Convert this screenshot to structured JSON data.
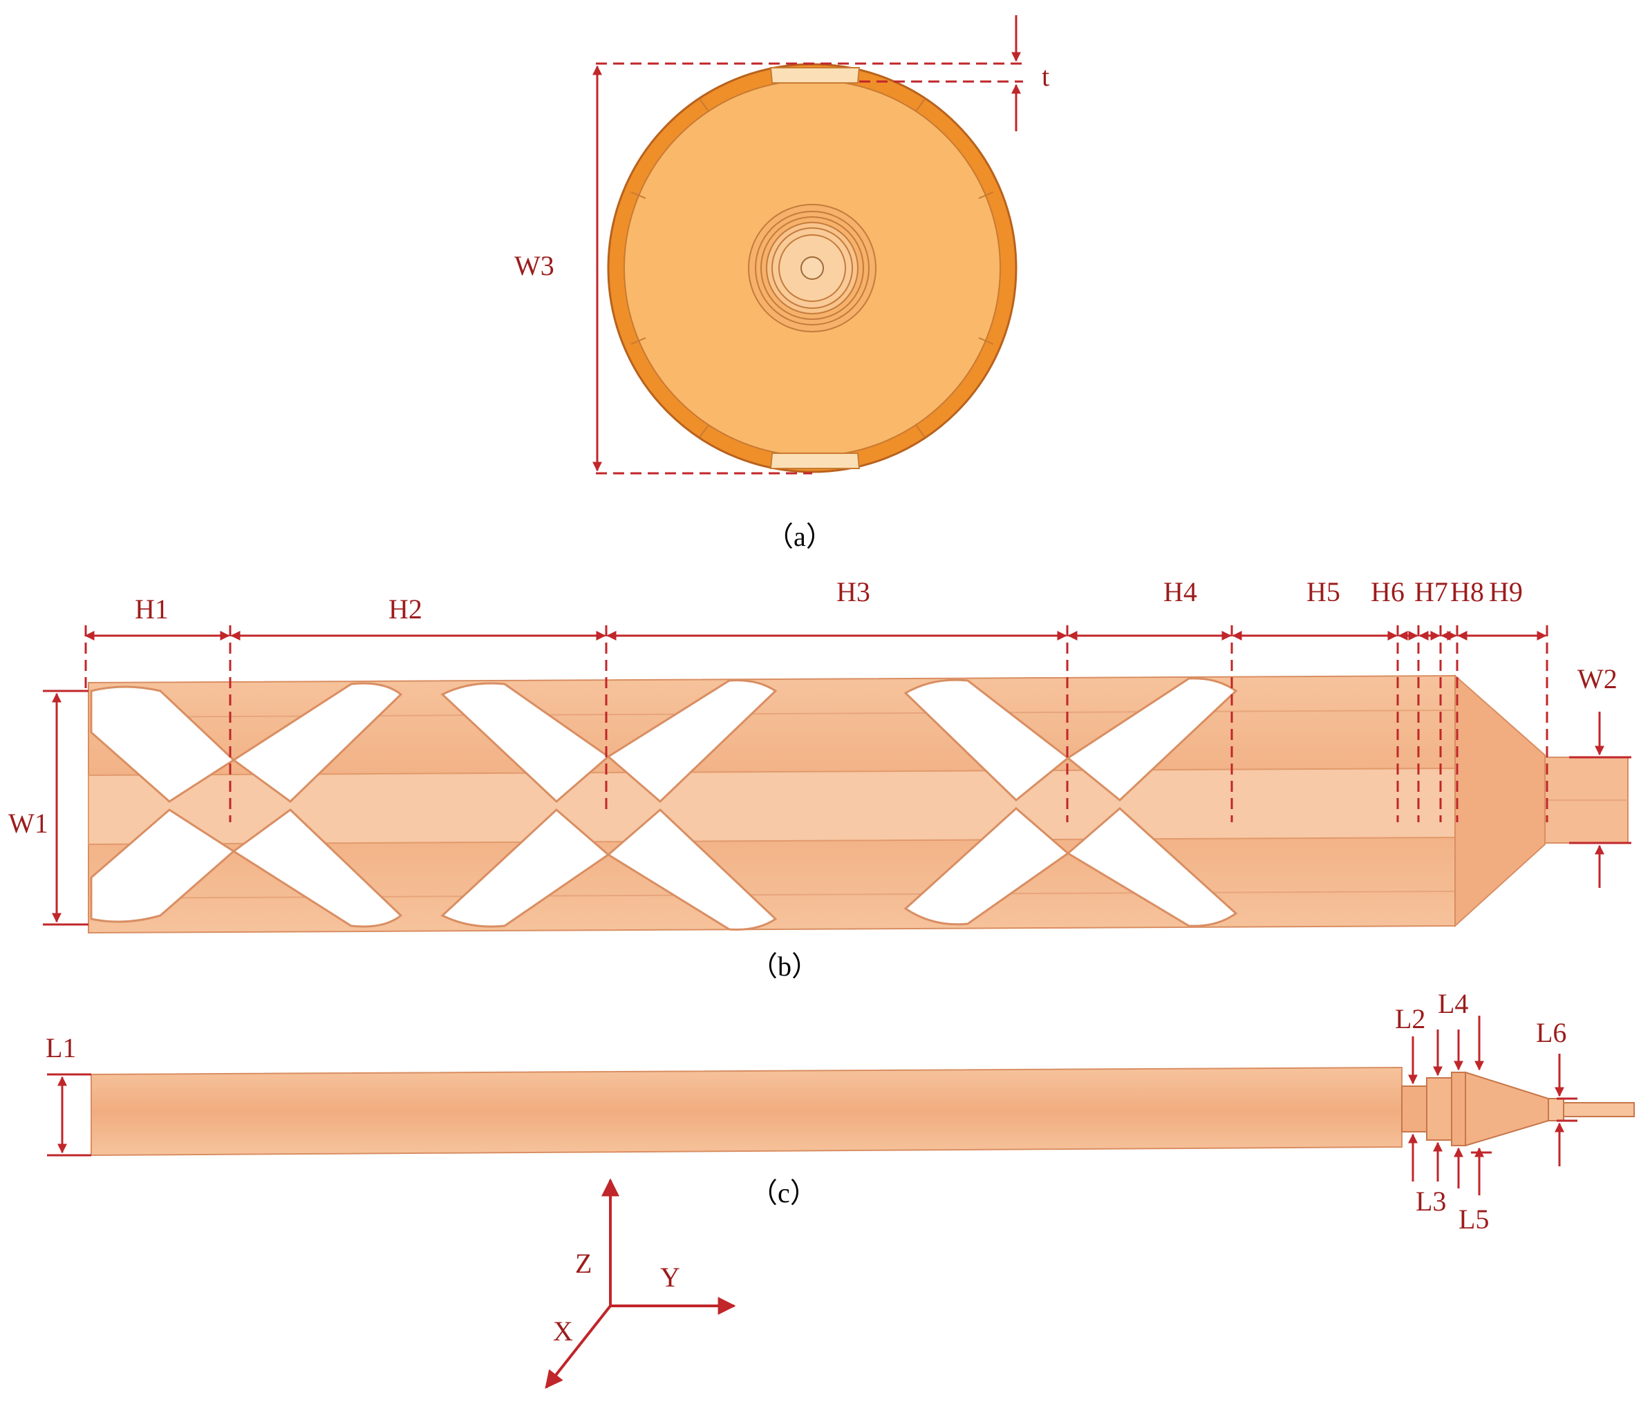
{
  "panels": {
    "a": {
      "caption": "（a）",
      "labels": {
        "w3": "W3",
        "t": "t"
      }
    },
    "b": {
      "caption": "（b）",
      "labels": {
        "h1": "H1",
        "h2": "H2",
        "h3": "H3",
        "h4": "H4",
        "h5": "H5",
        "h6": "H6",
        "h7": "H7",
        "h8": "H8",
        "h9": "H9",
        "w1": "W1",
        "w2": "W2"
      }
    },
    "c": {
      "caption": "（c）",
      "labels": {
        "l1": "L1",
        "l2": "L2",
        "l3": "L3",
        "l4": "L4",
        "l5": "L5",
        "l6": "L6"
      }
    }
  },
  "axes": {
    "z": "Z",
    "y": "Y",
    "x": "X"
  },
  "colors": {
    "dimension": "#c0262a",
    "copper": "#f3b88c",
    "copper_dark": "#e49a6e",
    "disk_outer": "#ef8f2a",
    "disk_inner": "#f9b86a",
    "axis_arrow": "#c0262a"
  }
}
